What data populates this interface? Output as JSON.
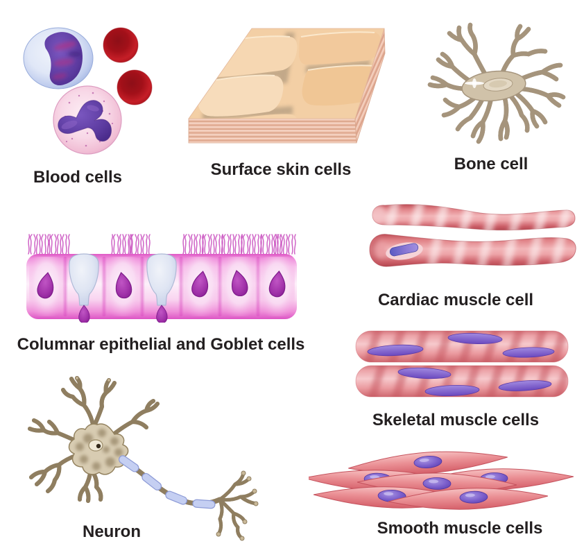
{
  "figures": [
    {
      "id": "blood-cells",
      "label": "Blood cells"
    },
    {
      "id": "surface-skin-cells",
      "label": "Surface skin cells"
    },
    {
      "id": "bone-cell",
      "label": "Bone cell"
    },
    {
      "id": "columnar-epithelial-goblet-cells",
      "label": "Columnar epithelial and Goblet cells"
    },
    {
      "id": "cardiac-muscle-cell",
      "label": "Cardiac muscle cell"
    },
    {
      "id": "skeletal-muscle-cells",
      "label": "Skeletal muscle cells"
    },
    {
      "id": "neuron",
      "label": "Neuron"
    },
    {
      "id": "smooth-muscle-cells",
      "label": "Smooth muscle cells"
    }
  ],
  "palette": {
    "label_text": "#231f20",
    "red_blood_cell": "#b5161f",
    "lymphocyte_blue": "#bccaec",
    "nucleus_purple": "#5c3694",
    "neutrophil_pink": "#f4c3d7",
    "skin_peach": "#f3cfa5",
    "skin_layer_pink": "#eec1ac",
    "bone_tan": "#d0c2a9",
    "epithelium_magenta": "#ef8ad7",
    "goblet_blue": "#dde3f2",
    "muscle_red": "#e2777c",
    "muscle_nucleus_violet": "#7a5fc8",
    "neuron_tan": "#c6b696",
    "myelin_lavender": "#c3cdf2",
    "background": "#ffffff"
  }
}
